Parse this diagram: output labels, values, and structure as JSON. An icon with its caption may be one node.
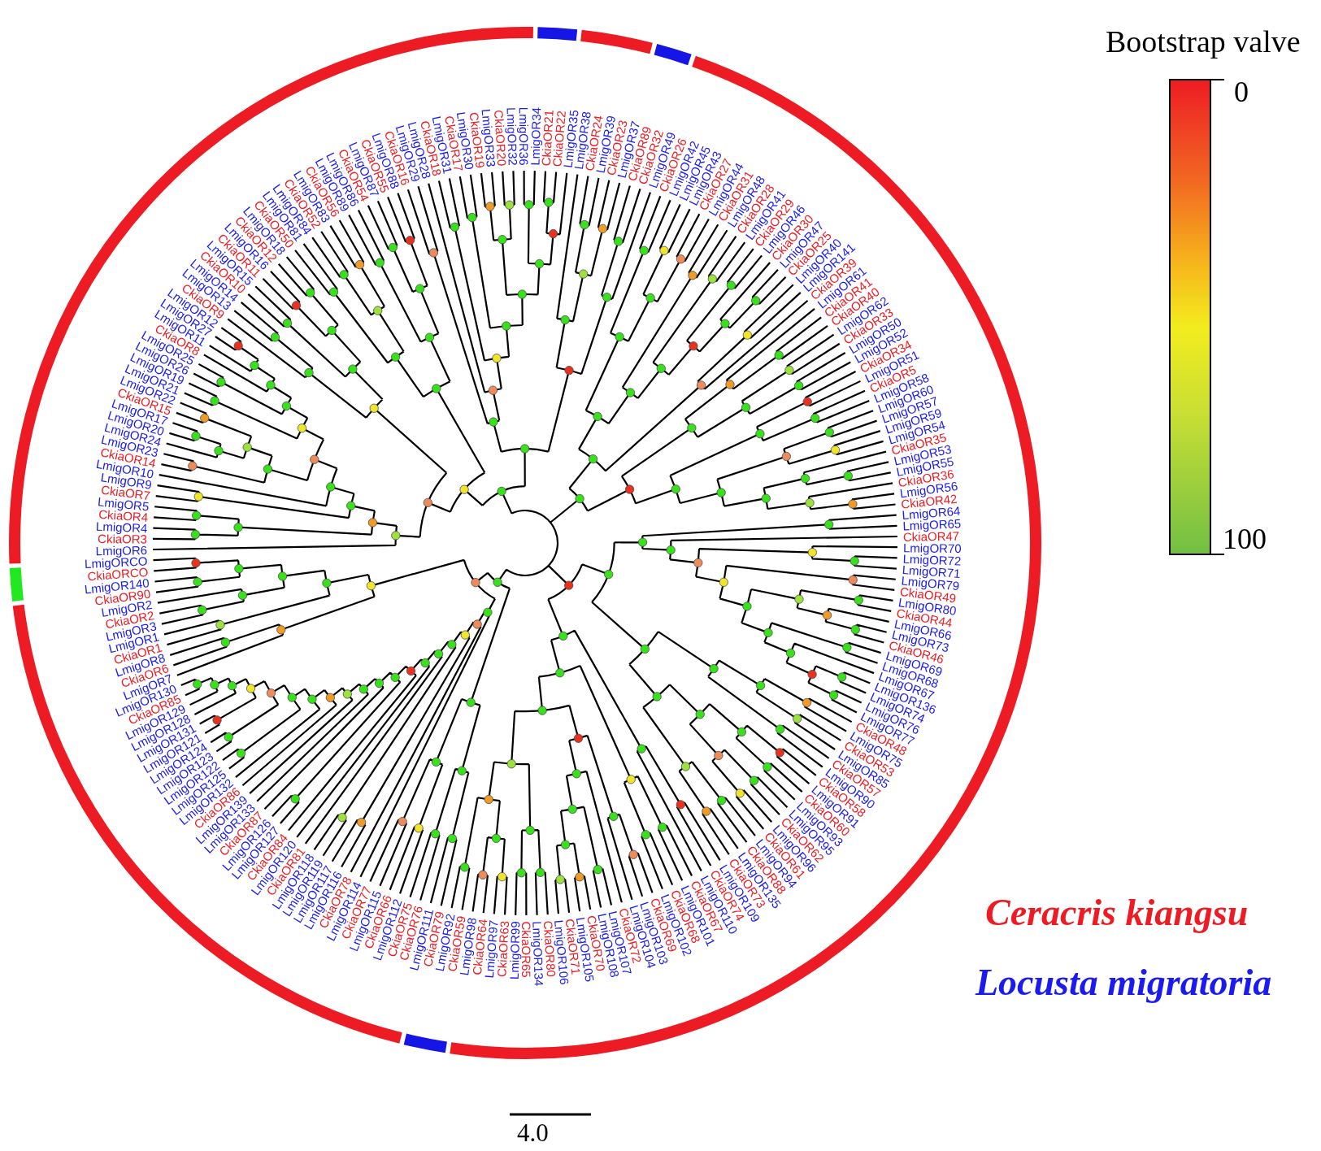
{
  "diagram": {
    "labels": [
      "LmigOR6",
      "CkiaOR3",
      "LmigOR4",
      "CkiaOR4",
      "LmigOR5",
      "CkiaOR7",
      "LmigOR9",
      "LmigOR10",
      "CkiaOR14",
      "LmigOR23",
      "LmigOR24",
      "LmigOR20",
      "LmigOR17",
      "CkiaOR15",
      "LmigOR22",
      "LmigOR21",
      "LmigOR19",
      "LmigOR26",
      "LmigOR25",
      "CkiaOR8",
      "LmigOR11",
      "LmigOR27",
      "LmigOR12",
      "CkiaOR9",
      "LmigOR13",
      "LmigOR14",
      "CkiaOR10",
      "LmigOR15",
      "CkiaOR11",
      "LmigOR16",
      "CkiaOR12",
      "LmigOR18",
      "CkiaOR50",
      "LmigOR81",
      "LmigOR84",
      "CkiaOR52",
      "LmigOR83",
      "CkiaOR56",
      "LmigOR89",
      "LmigOR86",
      "CkiaOR54",
      "LmigOR87",
      "CkiaOR55",
      "LmigOR88",
      "CkiaOR16",
      "LmigOR29",
      "LmigOR28",
      "CkiaOR18",
      "LmigOR31",
      "CkiaOR17",
      "LmigOR30",
      "CkiaOR19",
      "LmigOR33",
      "CkiaOR20",
      "LmigOR32",
      "LmigOR36",
      "LmigOR34",
      "CkiaOR21",
      "CkiaOR22",
      "LmigOR35",
      "LmigOR38",
      "CkiaOR24",
      "LmigOR39",
      "CkiaOR23",
      "LmigOR37",
      "CkiaOR89",
      "CkiaOR32",
      "LmigOR49",
      "CkiaOR26",
      "LmigOR42",
      "LmigOR45",
      "LmigOR43",
      "CkiaOR27",
      "LmigOR44",
      "CkiaOR31",
      "LmigOR48",
      "CkiaOR28",
      "LmigOR41",
      "CkiaOR29",
      "LmigOR46",
      "CkiaOR30",
      "LmigOR47",
      "CkiaOR25",
      "LmigOR40",
      "LmigOR141",
      "CkiaOR39",
      "LmigOR61",
      "CkiaOR41",
      "CkiaOR40",
      "LmigOR62",
      "CkiaOR33",
      "LmigOR50",
      "LmigOR52",
      "CkiaOR34",
      "LmigOR51",
      "CkiaOR5",
      "LmigOR58",
      "LmigOR60",
      "LmigOR57",
      "LmigOR59",
      "LmigOR54",
      "CkiaOR35",
      "LmigOR53",
      "LmigOR55",
      "CkiaOR36",
      "LmigOR56",
      "CkiaOR42",
      "LmigOR64",
      "LmigOR65",
      "CkiaOR47",
      "LmigORCO",
      "CkiaORCO",
      "LmigOR140",
      "CkiaOR90",
      "LmigOR2",
      "CkiaOR2",
      "LmigOR3",
      "LmigOR1",
      "CkiaOR1",
      "LmigOR8",
      "CkiaOR6",
      "LmigOR7",
      "LmigOR130",
      "CkiaOR85",
      "LmigOR129",
      "LmigOR128",
      "LmigOR131",
      "LmigOR121",
      "LmigOR124",
      "LmigOR123",
      "LmigOR122",
      "LmigOR125",
      "LmigOR132",
      "CkiaOR86",
      "LmigOR139",
      "LmigOR133",
      "CkiaOR87",
      "LmigOR126",
      "LmigOR127",
      "CkiaOR84",
      "LmigOR120",
      "CkiaOR81",
      "LmigOR118",
      "LmigOR119",
      "LmigOR117",
      "LmigOR116",
      "CkiaOR78",
      "LmigOR114",
      "CkiaOR77",
      "LmigOR115",
      "CkiaOR66",
      "LmigOR112",
      "CkiaOR75",
      "CkiaOR76",
      "LmigOR111",
      "CkiaOR79",
      "LmigOR92",
      "CkiaOR59",
      "LmigOR98",
      "CkiaOR64",
      "LmigOR97",
      "CkiaOR63",
      "LmigOR99",
      "CkiaOR65",
      "LmigOR134",
      "CkiaOR80",
      "LmigOR106",
      "CkiaOR71",
      "LmigOR105",
      "CkiaOR70",
      "LmigOR108",
      "LmigOR107",
      "CkiaOR72",
      "LmigOR104",
      "LmigOR103",
      "CkiaOR69",
      "LmigOR102",
      "CkiaOR68",
      "LmigOR101",
      "CkiaOR67",
      "LmigOR110",
      "CkiaOR74",
      "LmigOR109",
      "CkiaOR73",
      "LmigOR135",
      "CkiaOR88",
      "LmigOR94",
      "CkiaOR61",
      "LmigOR96",
      "CkiaOR62",
      "LmigOR95",
      "LmigOR93",
      "CkiaOR60",
      "LmigOR91",
      "CkiaOR58",
      "LmigOR90",
      "CkiaOR57",
      "LmigOR85",
      "CkiaOR53",
      "LmigOR75",
      "CkiaOR48",
      "LmigOR77",
      "LmigOR76",
      "LmigOR74",
      "LmigOR136",
      "LmigOR67",
      "LmigOR68",
      "LmigOR69",
      "CkiaOR46",
      "LmigOR73",
      "LmigOR66",
      "CkiaOR44",
      "LmigOR80",
      "CkiaOR49",
      "LmigOR79",
      "LmigOR71",
      "LmigOR72",
      "LmigOR70",
      "Bootstrap valve",
      "0",
      "100",
      "4.0"
    ],
    "legend": [
      {
        "text": "Ceracris kiangsu",
        "color": "#ed1c24"
      },
      {
        "text": "Locusta migratoria",
        "color": "#1b1bef"
      }
    ]
  }
}
